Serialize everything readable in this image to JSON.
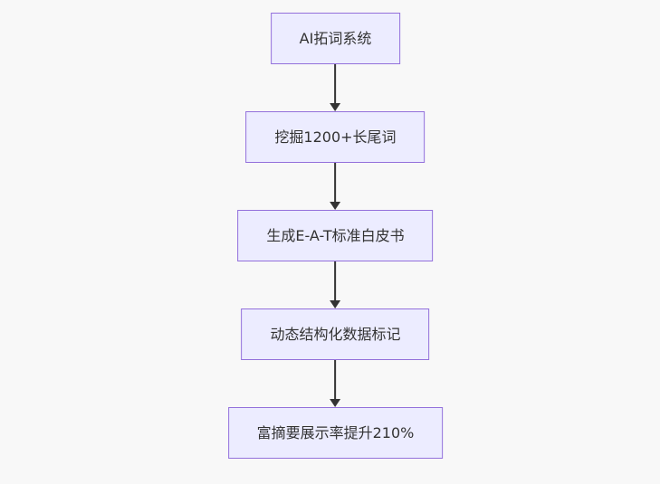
{
  "flowchart": {
    "direction": "top-down",
    "nodes": [
      {
        "id": "n1",
        "label": "AI拓词系统"
      },
      {
        "id": "n2",
        "label": "挖掘1200+长尾词"
      },
      {
        "id": "n3",
        "label": "生成E-A-T标准白皮书"
      },
      {
        "id": "n4",
        "label": "动态结构化数据标记"
      },
      {
        "id": "n5",
        "label": "富摘要展示率提升210%"
      }
    ],
    "edges": [
      {
        "from": "n1",
        "to": "n2"
      },
      {
        "from": "n2",
        "to": "n3"
      },
      {
        "from": "n3",
        "to": "n4"
      },
      {
        "from": "n4",
        "to": "n5"
      }
    ],
    "colors": {
      "node_fill": "#ececff",
      "node_border": "#9370db",
      "node_text": "#333333",
      "arrow": "#333333",
      "background": "#f8f8f8"
    }
  }
}
